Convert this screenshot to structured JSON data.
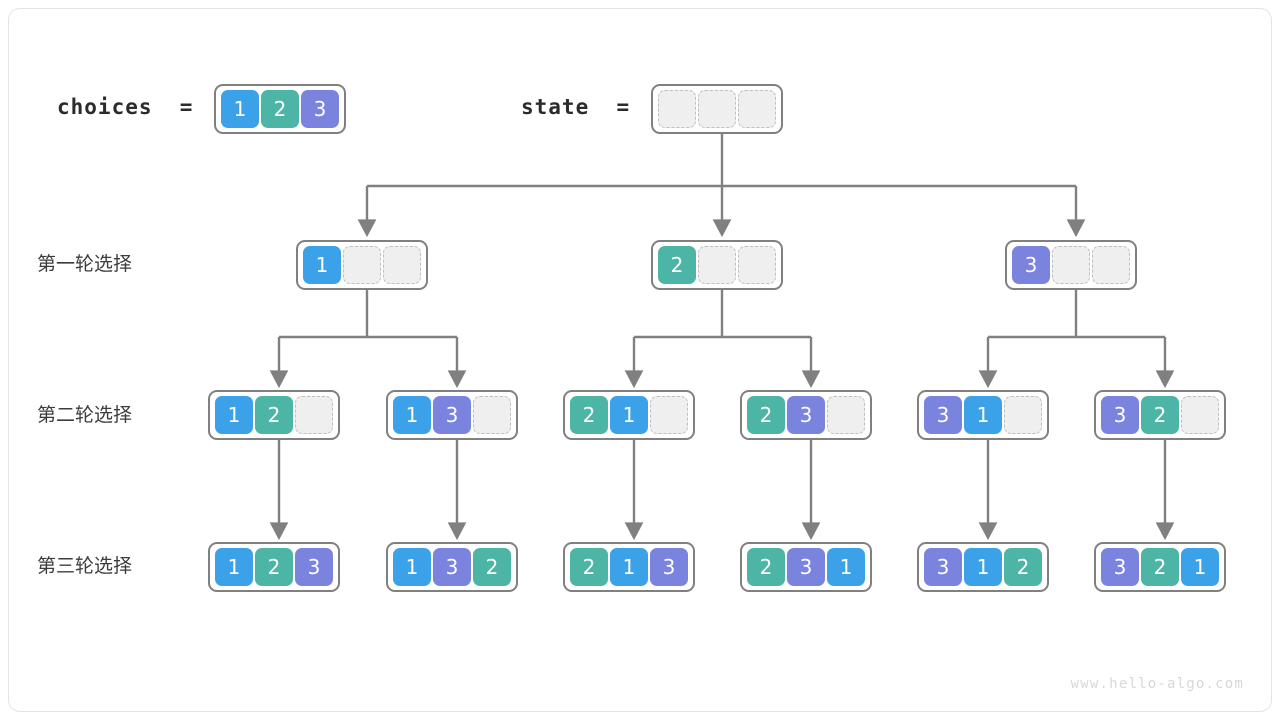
{
  "diagram": {
    "title_choices_label": "choices  =",
    "title_state_label": "state  =",
    "watermark": "www.hello-algo.com",
    "colors": {
      "value_1": "#3ba1e8",
      "value_2": "#4cb5a5",
      "value_3": "#7a83de",
      "node_border": "#808080",
      "empty_cell_fill": "#efefef",
      "empty_cell_border": "#bfbfbf",
      "connector": "#808080",
      "frame": "#e3e3e3"
    },
    "row_labels": [
      "第一轮选择",
      "第二轮选择",
      "第三轮选择"
    ],
    "choices": {
      "label": "choices  =",
      "cells": [
        "1",
        "2",
        "3"
      ]
    },
    "state": {
      "label": "state  =",
      "cells": [
        "",
        "",
        ""
      ]
    },
    "round1": [
      {
        "cells": [
          "1",
          "",
          ""
        ]
      },
      {
        "cells": [
          "2",
          "",
          ""
        ]
      },
      {
        "cells": [
          "3",
          "",
          ""
        ]
      }
    ],
    "round2": [
      {
        "cells": [
          "1",
          "2",
          ""
        ]
      },
      {
        "cells": [
          "1",
          "3",
          ""
        ]
      },
      {
        "cells": [
          "2",
          "1",
          ""
        ]
      },
      {
        "cells": [
          "2",
          "3",
          ""
        ]
      },
      {
        "cells": [
          "3",
          "1",
          ""
        ]
      },
      {
        "cells": [
          "3",
          "2",
          ""
        ]
      }
    ],
    "round3": [
      {
        "cells": [
          "1",
          "2",
          "3"
        ]
      },
      {
        "cells": [
          "1",
          "3",
          "2"
        ]
      },
      {
        "cells": [
          "2",
          "1",
          "3"
        ]
      },
      {
        "cells": [
          "2",
          "3",
          "1"
        ]
      },
      {
        "cells": [
          "3",
          "1",
          "2"
        ]
      },
      {
        "cells": [
          "3",
          "2",
          "1"
        ]
      }
    ]
  }
}
